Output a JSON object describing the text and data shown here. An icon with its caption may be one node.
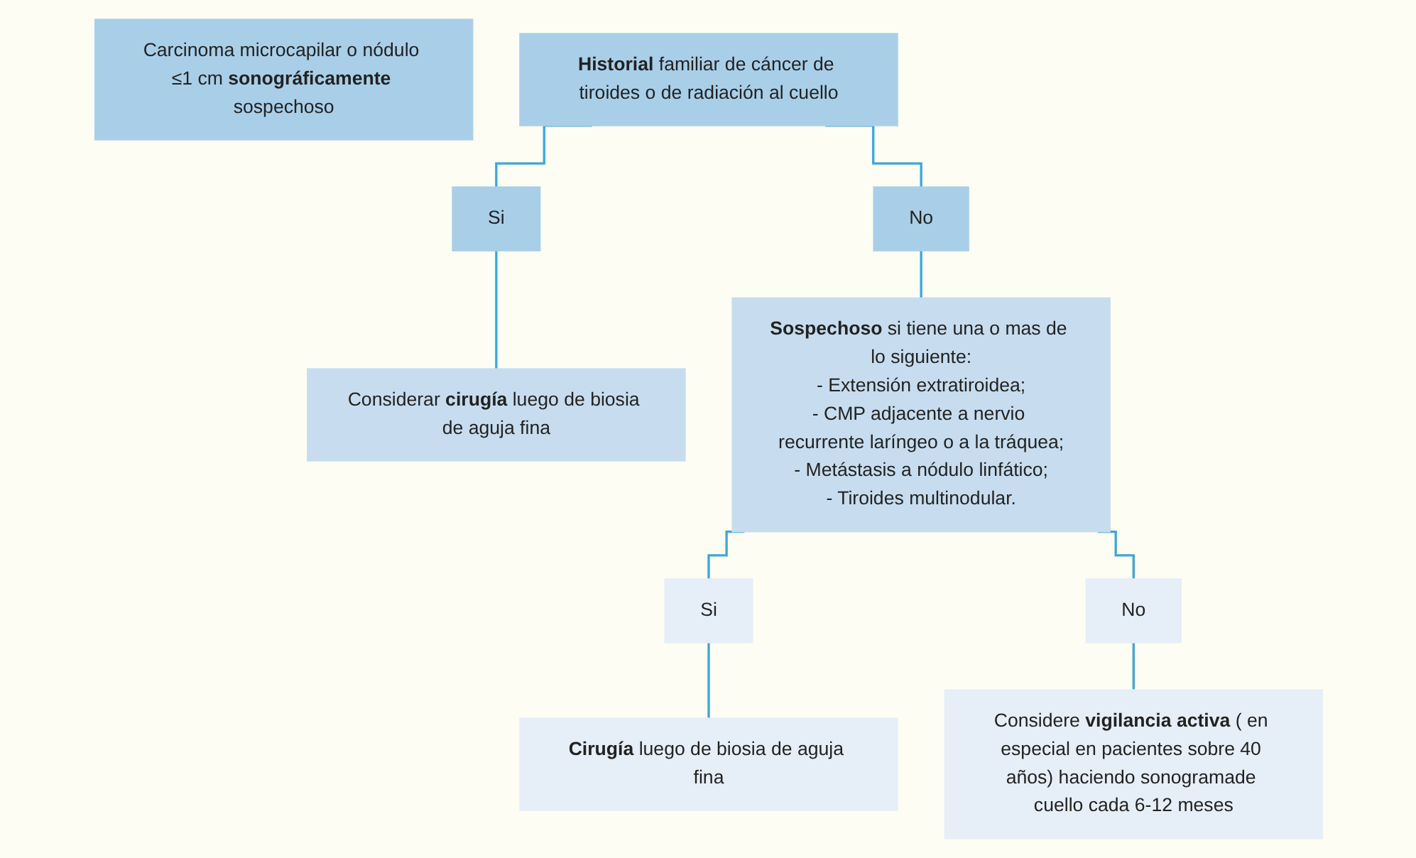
{
  "diagram": {
    "nodes": [
      {
        "text": [
          "Carcinoma microcapilar o nódulo ≤1 cm **sonográficamente** sospechoso"
        ]
      },
      {
        "text": [
          "**Historial** familiar de cáncer de tiroides o de radiación al cuello"
        ]
      },
      {
        "text": [
          "Si"
        ]
      },
      {
        "text": [
          "No"
        ]
      },
      {
        "text": [
          "Considerar **cirugía** luego de biosia de aguja fina"
        ]
      },
      {
        "text": [
          "**Sospechoso** si tiene una o mas de lo siguiente:",
          "- Extensión extratiroidea;",
          "- CMP adjacente a nervio recurrente laríngeo o a la tráquea;",
          "- Metástasis a nódulo linfático;",
          "- Tiroides multinodular."
        ]
      },
      {
        "text": [
          "Si"
        ]
      },
      {
        "text": [
          "No"
        ]
      },
      {
        "text": [
          "**Cirugía** luego de biosia de aguja fina"
        ]
      },
      {
        "text": [
          "Considere **vigilancia activa** ( en especial en pacientes sobre 40 años) haciendo sonogramade cuello cada 6-12 meses"
        ]
      }
    ],
    "edges": [
      {
        "from": 1,
        "to": 2,
        "arrow": "none"
      },
      {
        "from": 1,
        "to": 3,
        "arrow": "none"
      },
      {
        "from": 2,
        "to": 4,
        "arrow": "none"
      },
      {
        "from": 3,
        "to": 5,
        "arrow": "none"
      },
      {
        "from": 5,
        "to": 6,
        "arrow": "none"
      },
      {
        "from": 5,
        "to": 7,
        "arrow": "none"
      },
      {
        "from": 6,
        "to": 8,
        "arrow": "none"
      },
      {
        "from": 7,
        "to": 9,
        "arrow": "none"
      }
    ]
  }
}
